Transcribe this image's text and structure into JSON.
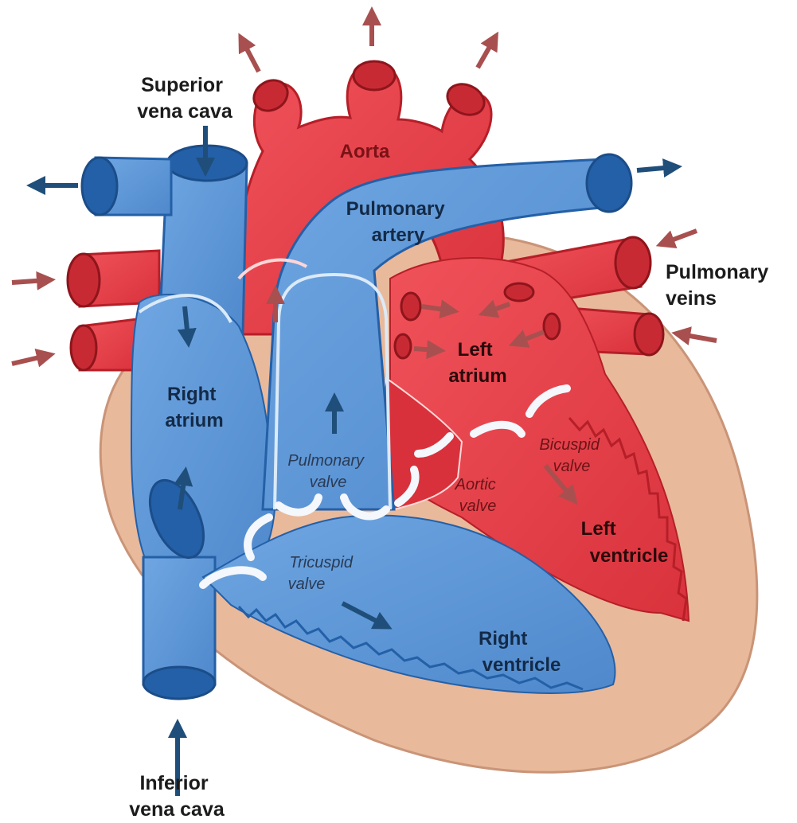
{
  "title": "",
  "labels": {
    "superior_vena_cava": [
      "Superior",
      "vena cava"
    ],
    "aorta": "Aorta",
    "pulmonary_artery": [
      "Pulmonary",
      "artery"
    ],
    "pulmonary_veins": [
      "Pulmonary",
      "veins"
    ],
    "right_atrium": [
      "Right",
      "atrium"
    ],
    "left_atrium": [
      "Left",
      "atrium"
    ],
    "pulmonary_valve": [
      "Pulmonary",
      "valve"
    ],
    "aortic_valve": [
      "Aortic",
      "valve"
    ],
    "bicuspid_valve": [
      "Bicuspid",
      "valve"
    ],
    "tricuspid_valve": [
      "Tricuspid",
      "valve"
    ],
    "left_ventricle": [
      "Left",
      "ventricle"
    ],
    "right_ventricle": [
      "Right",
      "ventricle"
    ],
    "inferior_vena_cava": [
      "Inferior",
      "vena cava"
    ]
  },
  "colors": {
    "deoxygenated_blue": "#5b95d6",
    "deoxygenated_dark": "#2460a7",
    "oxygenated_red": "#e8414a",
    "oxygenated_dark": "#b61f28",
    "muscle_tan": "#e9b99b",
    "arrow_blue": "#1f4e7a",
    "arrow_red": "#a8504f"
  }
}
